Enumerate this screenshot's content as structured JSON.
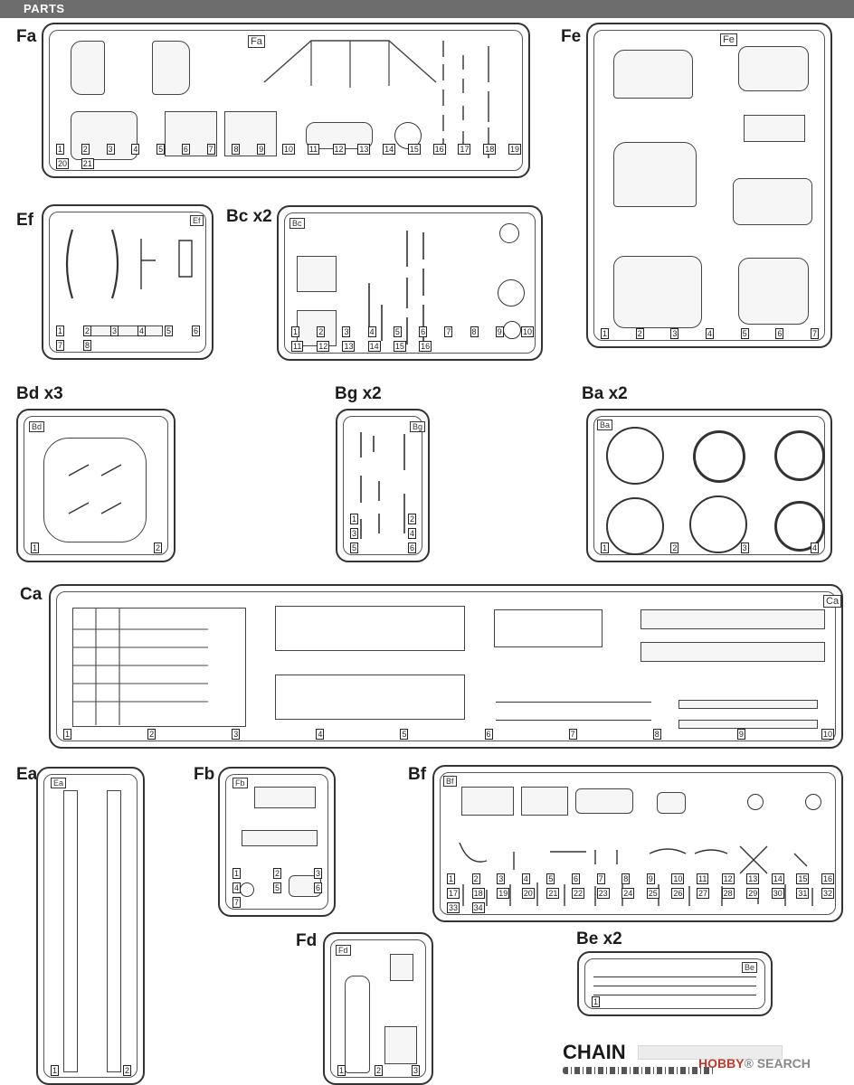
{
  "header": {
    "title": "PARTS"
  },
  "sprues": {
    "fa": {
      "label": "Fa",
      "code": "Fa",
      "numbers": [
        "1",
        "2",
        "3",
        "4",
        "5",
        "6",
        "7",
        "8",
        "9",
        "10",
        "11",
        "12",
        "13",
        "14",
        "15",
        "16",
        "17",
        "18",
        "19",
        "20",
        "21"
      ]
    },
    "fe": {
      "label": "Fe",
      "code": "Fe",
      "numbers": [
        "1",
        "2",
        "3",
        "4",
        "5",
        "6",
        "7"
      ]
    },
    "ef": {
      "label": "Ef",
      "code": "Ef",
      "numbers": [
        "1",
        "2",
        "3",
        "4",
        "5",
        "6",
        "7",
        "8"
      ]
    },
    "bc": {
      "label": "Bc x2",
      "code": "Bc",
      "numbers": [
        "1",
        "2",
        "3",
        "4",
        "5",
        "6",
        "7",
        "8",
        "9",
        "10",
        "11",
        "12",
        "13",
        "14",
        "15",
        "16"
      ]
    },
    "bd": {
      "label": "Bd x3",
      "code": "Bd",
      "numbers": [
        "1",
        "2"
      ]
    },
    "bg": {
      "label": "Bg x2",
      "code": "Bg",
      "numbers": [
        "1",
        "2",
        "3",
        "4",
        "5",
        "6"
      ]
    },
    "ba": {
      "label": "Ba x2",
      "code": "Ba",
      "numbers": [
        "1",
        "2",
        "3",
        "4"
      ]
    },
    "ca": {
      "label": "Ca",
      "code": "Ca",
      "numbers": [
        "1",
        "2",
        "3",
        "4",
        "5",
        "6",
        "7",
        "8",
        "9",
        "10"
      ]
    },
    "ea": {
      "label": "Ea",
      "code": "Ea",
      "numbers": [
        "1",
        "2"
      ]
    },
    "fb": {
      "label": "Fb",
      "code": "Fb",
      "numbers": [
        "1",
        "2",
        "3",
        "4",
        "5",
        "6",
        "7"
      ]
    },
    "fd": {
      "label": "Fd",
      "code": "Fd",
      "numbers": [
        "1",
        "2",
        "3"
      ]
    },
    "bf": {
      "label": "Bf",
      "code": "Bf",
      "numbers": [
        "1",
        "2",
        "3",
        "4",
        "5",
        "6",
        "7",
        "8",
        "9",
        "10",
        "11",
        "12",
        "13",
        "14",
        "15",
        "16",
        "17",
        "18",
        "19",
        "20",
        "21",
        "22",
        "23",
        "24",
        "25",
        "26",
        "27",
        "28",
        "29",
        "30",
        "31",
        "32",
        "33",
        "34"
      ]
    },
    "be": {
      "label": "Be x2",
      "code": "Be",
      "numbers": [
        "1"
      ]
    }
  },
  "chain": {
    "label": "CHAIN"
  },
  "watermark": {
    "brand": "HOBBY",
    "suffix": "SEARCH",
    "reg": "®"
  }
}
